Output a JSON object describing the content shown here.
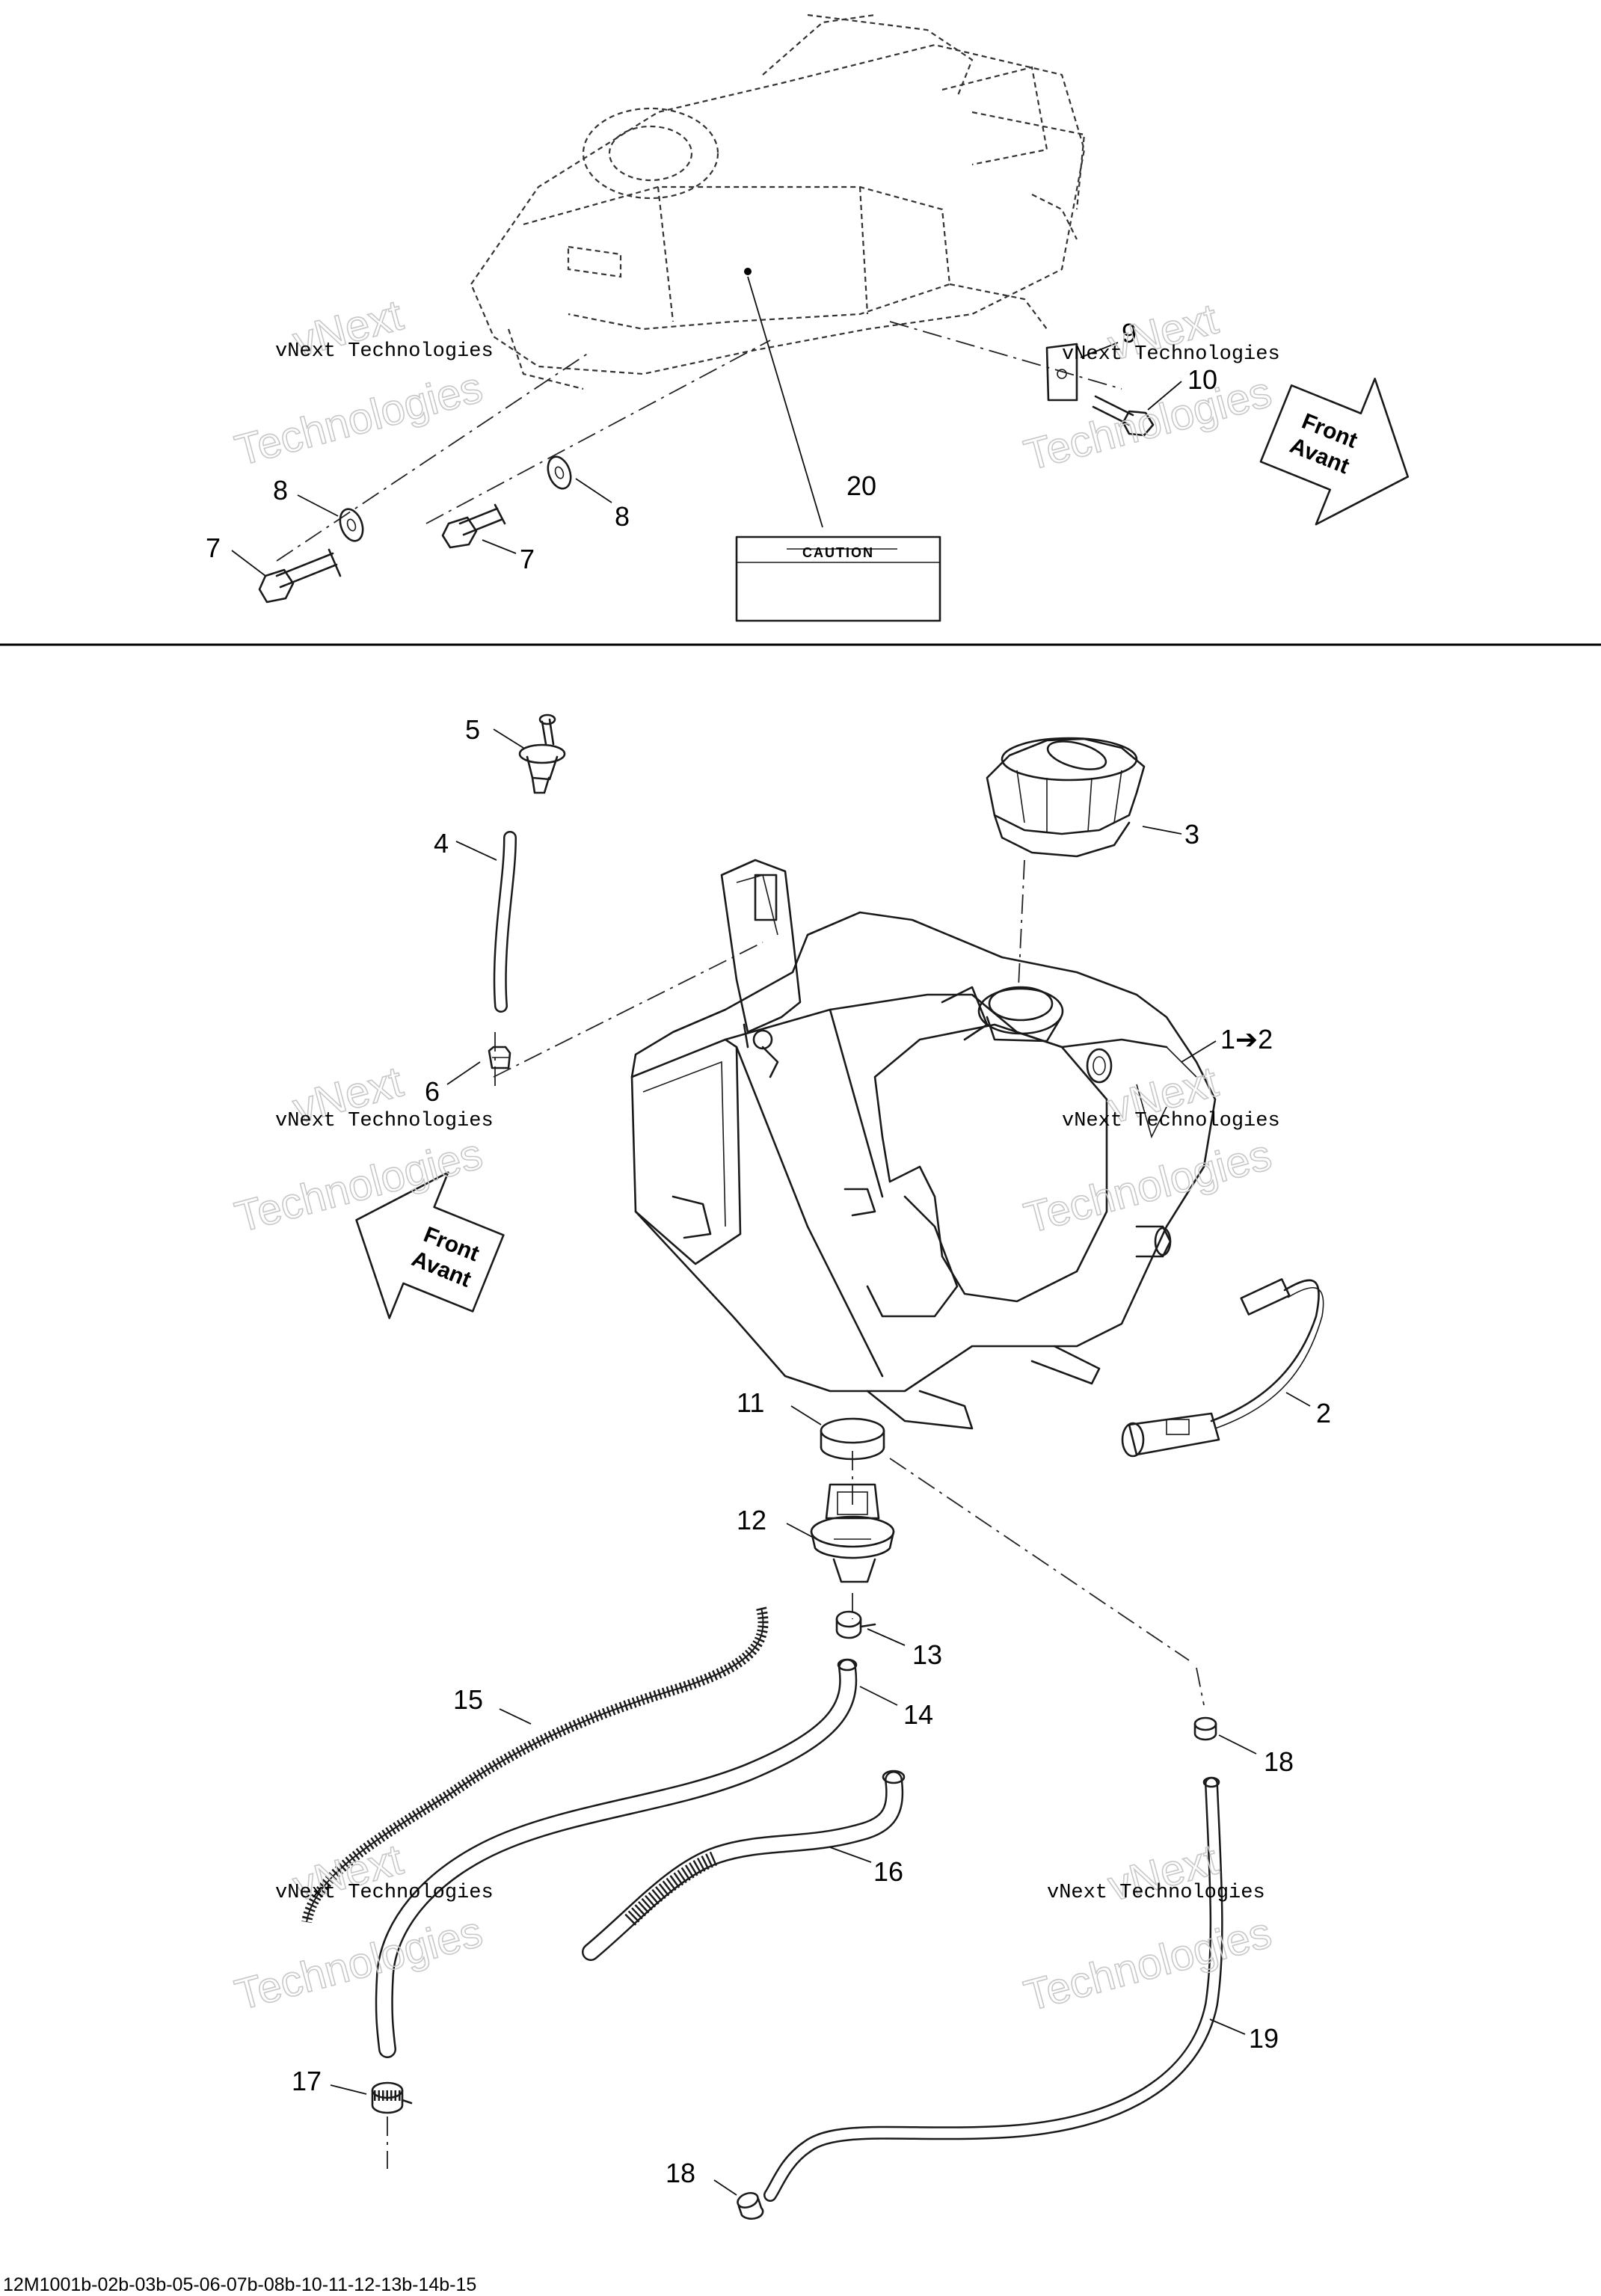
{
  "callouts": {
    "c1": "1➔2",
    "c2": "2",
    "c3": "3",
    "c4": "4",
    "c5": "5",
    "c6": "6",
    "c7a": "7",
    "c7b": "7",
    "c8a": "8",
    "c8b": "8",
    "c9": "9",
    "c10": "10",
    "c11": "11",
    "c12": "12",
    "c13": "13",
    "c14": "14",
    "c15": "15",
    "c16": "16",
    "c17": "17",
    "c18a": "18",
    "c18b": "18",
    "c19": "19",
    "c20": "20"
  },
  "front_arrow": {
    "line1": "Front",
    "line2": "Avant"
  },
  "caution_label": {
    "text": "CAUTION"
  },
  "watermark": {
    "line1": "vNext Technologies",
    "line2": "Technologies",
    "top": "vNext"
  },
  "footer": {
    "code": "12M1001b-02b-03b-05-06-07b-08b-10-11-12-13b-14b-15"
  }
}
